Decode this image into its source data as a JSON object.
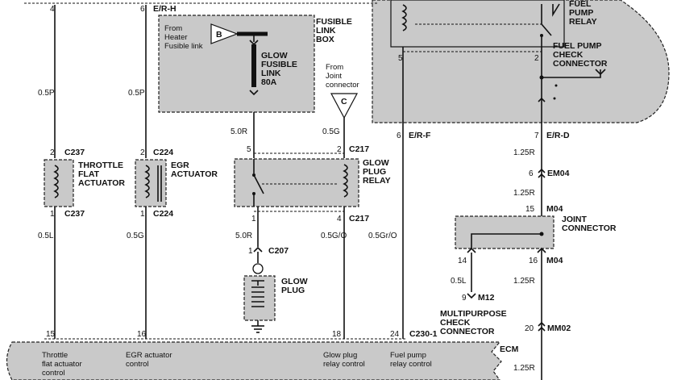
{
  "pins_top": {
    "p4": "4",
    "p6": "6",
    "e_r_h": "E/R-H",
    "p5": "5",
    "p2": "2",
    "p6b": "6",
    "e_r_f": "E/R-F",
    "p7": "7",
    "e_r_d": "E/R-D"
  },
  "fusible_link_box": {
    "title": [
      "FUSIBLE",
      "LINK",
      "BOX"
    ],
    "from_heater": [
      "From",
      "Heater",
      "Fusible link"
    ],
    "b_label": "B",
    "glow_fusible": [
      "GLOW",
      "FUSIBLE",
      "LINK",
      "80A"
    ]
  },
  "joint_from": [
    "From",
    "Joint",
    "connector"
  ],
  "c_label": "C",
  "fuel_pump_relay": [
    "FUEL",
    "PUMP",
    "RELAY"
  ],
  "fuel_pump_check": [
    "FUEL PUMP",
    "CHECK",
    "CONNECTOR"
  ],
  "wire_sizes": {
    "w05p_a": "0.5P",
    "w05p_b": "0.5P",
    "w50r": "5.0R",
    "w05g": "0.5G",
    "w125r_a": "1.25R",
    "w125r_b": "1.25R",
    "w05l": "0.5L",
    "w05g_b": "0.5G",
    "w50r_b": "5.0R",
    "w05go": "0.5G/O",
    "w05gro": "0.5Gr/O",
    "w05l_b": "0.5L",
    "w125r_c": "1.25R",
    "w125r_d": "1.25R"
  },
  "connectors": {
    "c237_top_pin": "2",
    "c237_top": "C237",
    "c224_top_pin": "2",
    "c224_top": "C224",
    "c217_top_pin5": "5",
    "c217_top_pin2": "2",
    "c217_top": "C217",
    "em04_pin": "6",
    "em04": "EM04",
    "m04_pin": "15",
    "m04": "M04",
    "c237_bot_pin": "1",
    "c237_bot": "C237",
    "c224_bot_pin": "1",
    "c224_bot": "C224",
    "c217_bot_pin1": "1",
    "c217_bot_pin4": "4",
    "c217_bot": "C217",
    "c207_pin": "1",
    "c207": "C207",
    "m04b_pin14": "14",
    "m04b_pin16": "16",
    "m04b": "M04",
    "m12_pin": "9",
    "m12": "M12",
    "mm02_pin": "20",
    "mm02": "MM02"
  },
  "components": {
    "throttle": [
      "THROTTLE",
      "FLAT",
      "ACTUATOR"
    ],
    "egr": [
      "EGR",
      "ACTUATOR"
    ],
    "glow_relay": [
      "GLOW",
      "PLUG",
      "RELAY"
    ],
    "joint": [
      "JOINT",
      "CONNECTOR"
    ],
    "glow_plug": [
      "GLOW",
      "PLUG"
    ],
    "multipurpose": [
      "MULTIPURPOSE",
      "CHECK",
      "CONNECTOR"
    ]
  },
  "ecm": {
    "pin15": "15",
    "pin16": "16",
    "pin18": "18",
    "pin24": "24",
    "conn": "C230-1",
    "label": "ECM",
    "throttle_ctrl": [
      "Throttle",
      "flat actuator",
      "control"
    ],
    "egr_ctrl": [
      "EGR actuator",
      "control"
    ],
    "glow_ctrl": [
      "Glow plug",
      "relay control"
    ],
    "fuel_ctrl": [
      "Fuel pump",
      "relay control"
    ]
  }
}
